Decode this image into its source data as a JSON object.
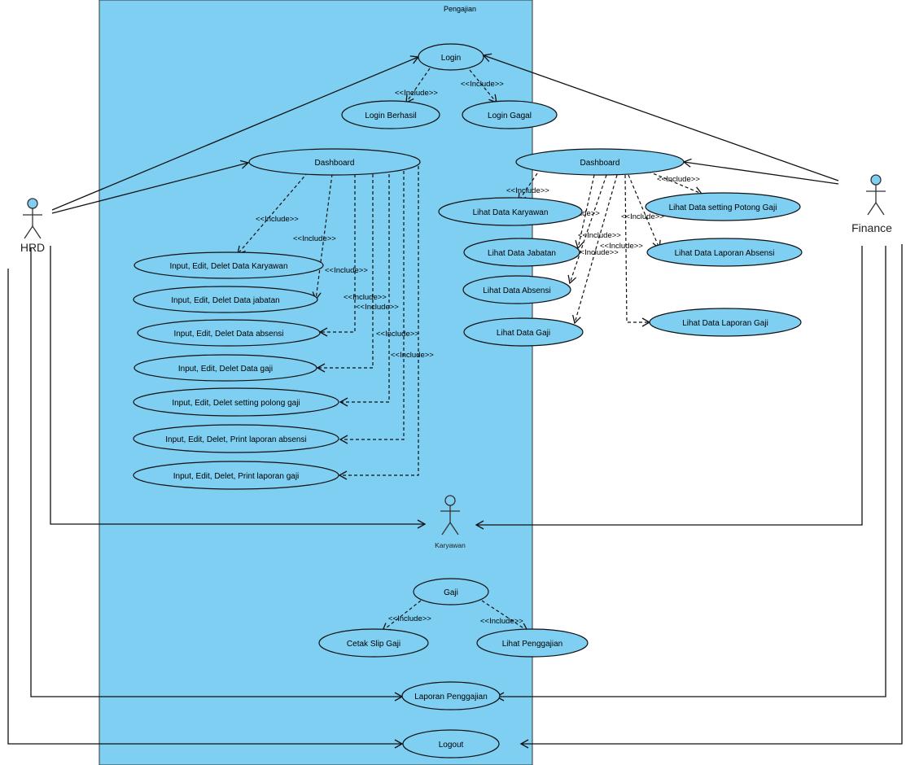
{
  "system": {
    "title": "Pengajian",
    "fill": "#7ecff2"
  },
  "colors": {
    "line": "#111111",
    "ellipse_fill": "#7ecff2",
    "actor_fill": "#7ecff2"
  },
  "actors": {
    "hrd": "HRD",
    "finance": "Finance",
    "karyawan": "Karyawan"
  },
  "include_label": "<<Include>>",
  "usecases": {
    "login": "Login",
    "login_berhasil": "Login Berhasil",
    "login_gagal": "Login Gagal",
    "dashboard_hrd": "Dashboard",
    "dashboard_finance": "Dashboard",
    "hrd_items": [
      "Input, Edit, Delet Data Karyawan",
      "Input, Edit, Delet Data jabatan",
      "Input, Edit, Delet Data absensi",
      "Input, Edit, Delet Data gaji",
      "Input, Edit, Delet setting polong gaji",
      "Input, Edit, Delet, Print laporan absensi",
      "Input, Edit, Delet, Print laporan gaji"
    ],
    "fin_left": [
      "Lihat Data Karyawan",
      "Lihat Data Jabatan",
      "Lihat Data Absensi",
      "Lihat Data Gaji"
    ],
    "fin_right": [
      "Lihat Data setting Potong Gaji",
      "Lihat Data  Laporan Absensi",
      "Lihat Data Laporan Gaji"
    ],
    "gaji": "Gaji",
    "cetak_slip": "Cetak Slip Gaji",
    "lihat_penggajian": "Lihat Penggajian",
    "laporan_penggajian": "Laporan Penggajian",
    "logout": "Logout"
  }
}
